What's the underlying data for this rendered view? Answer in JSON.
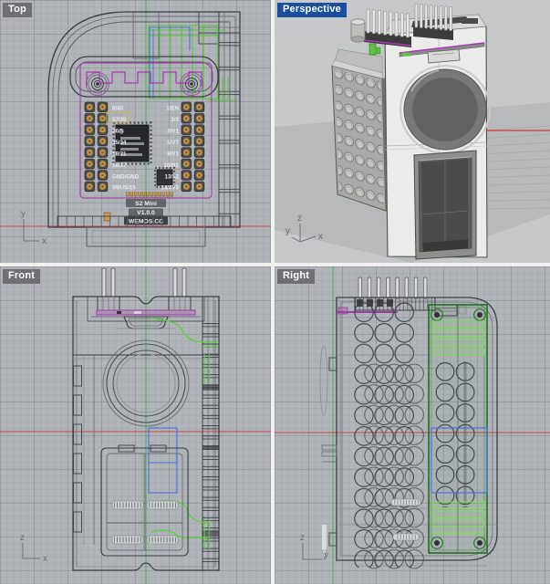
{
  "viewports": {
    "top": {
      "label": "Top",
      "axes": {
        "up": "y",
        "right": "x"
      }
    },
    "perspective": {
      "label": "Perspective",
      "axes": {
        "up": "z",
        "left": "y",
        "right": "x"
      }
    },
    "front": {
      "label": "Front",
      "axes": {
        "up": "z",
        "right": "x"
      }
    },
    "right": {
      "label": "Right",
      "axes": {
        "up": "z",
        "right": "y"
      }
    }
  },
  "board": {
    "name": "S2 Mini",
    "version": "V1.0.0",
    "vendor": "WEMOS.CC",
    "left_pin_labels": [
      "8/40",
      "37/35",
      "36/8",
      "35/34",
      "18/21",
      "16/17",
      "GND/GND",
      "VBUS/15"
    ],
    "right_pin_labels": [
      "1/EN",
      "2/2",
      "3/V1",
      "5/V7",
      "8/V1",
      "10/H1",
      "13/12",
      "14/3V3"
    ]
  },
  "colors": {
    "axis_x_red": "#c23b3b",
    "axis_y_green": "#45a845",
    "selection_blue": "#4a6fe0",
    "pcb_purple": "#9b3fa3",
    "wire_green": "#5ecf3e",
    "board_green": "#1e6f1e",
    "pad_gold": "#c99a55",
    "active_label_bg": "#1a4f9e",
    "label_bg": "#6e7074",
    "wire_bg": "#b1b5ba",
    "shaded_bg": "#c7c8c9"
  }
}
